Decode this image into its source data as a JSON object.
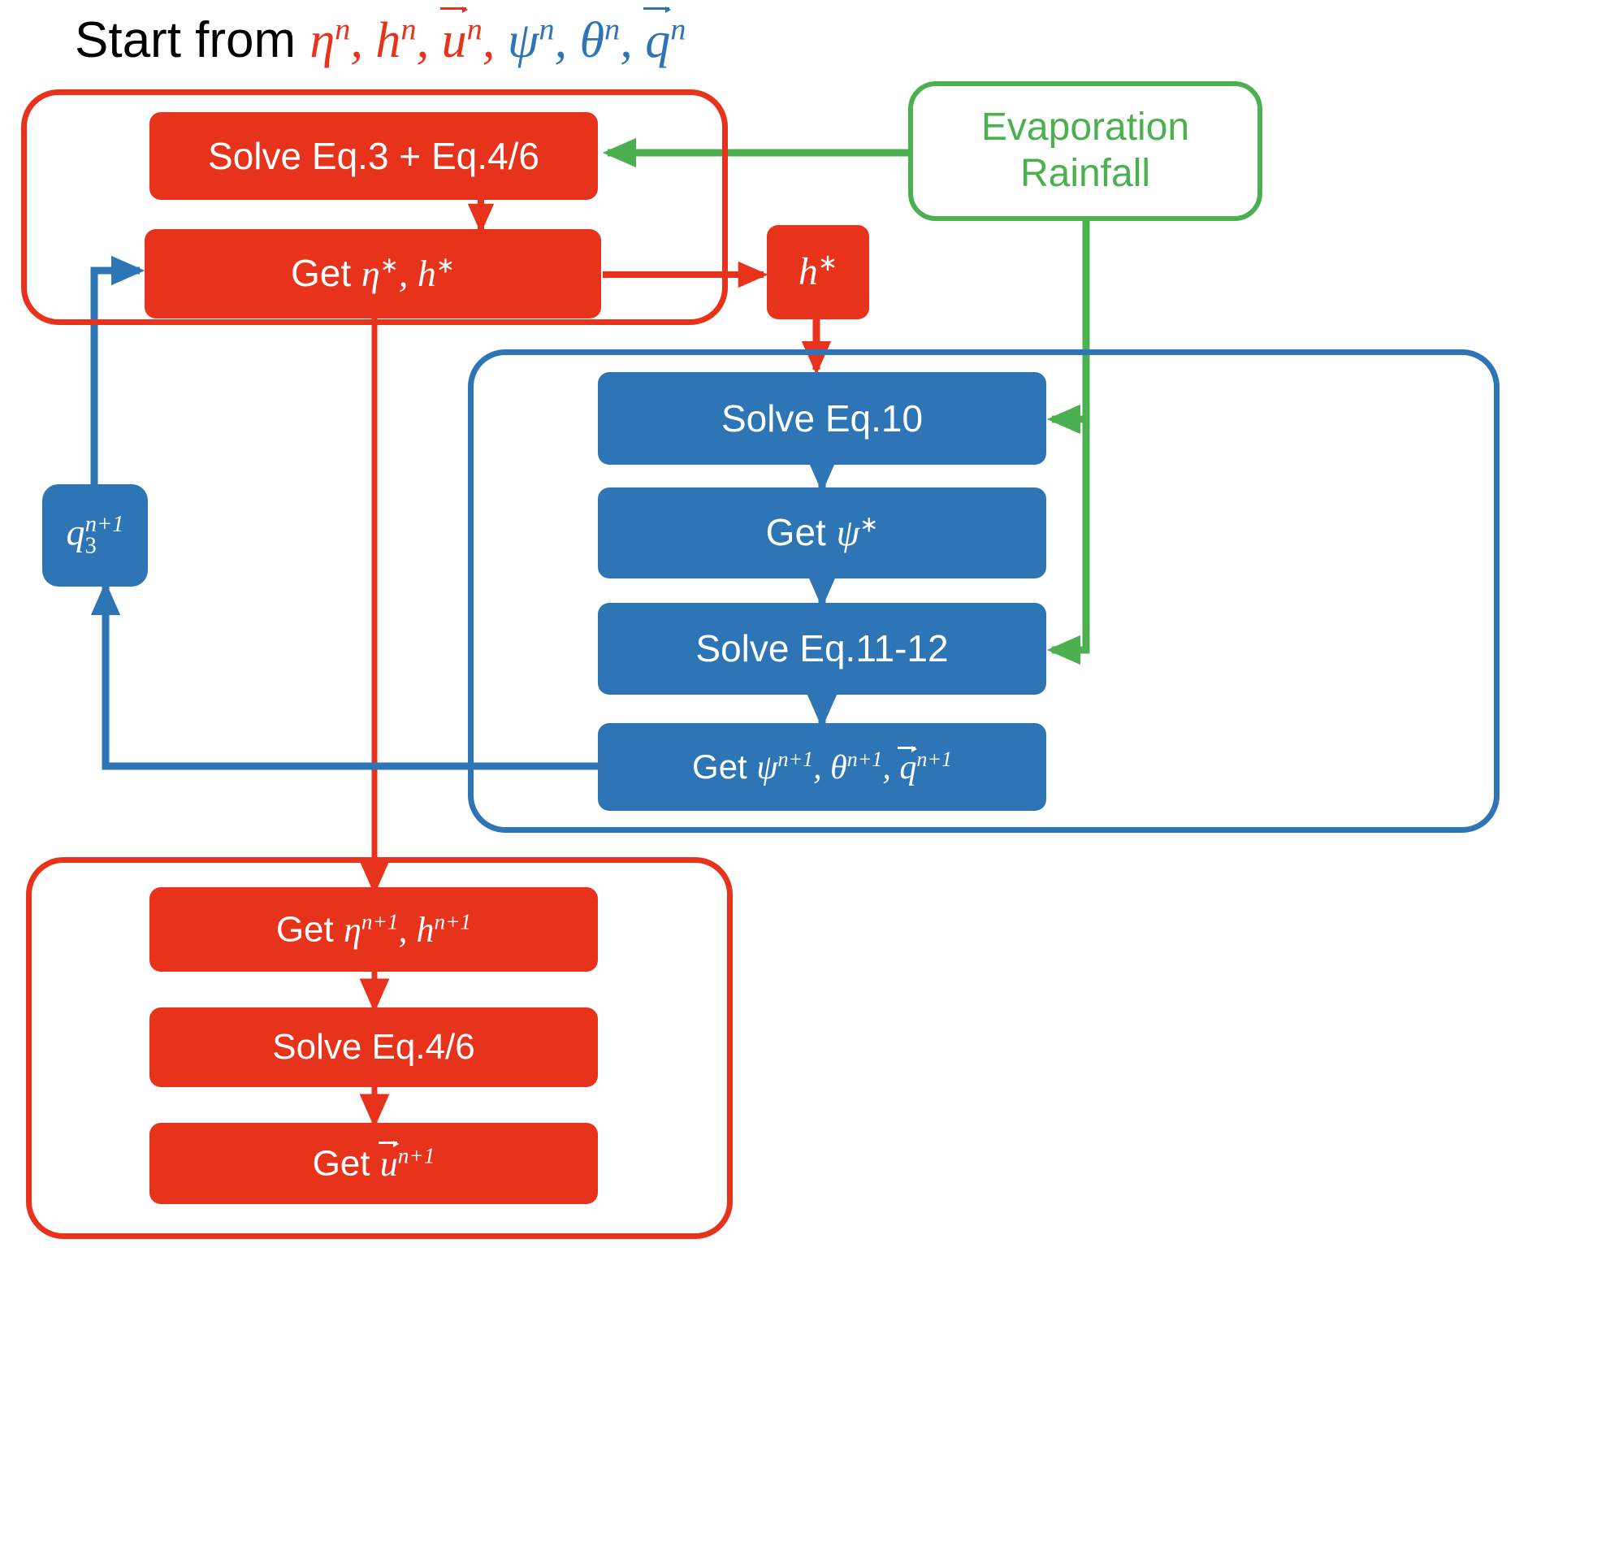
{
  "diagram": {
    "title_prefix": "Start from",
    "title_vars_red": [
      "ηⁿ",
      "hⁿ",
      "u⃗ⁿ"
    ],
    "title_vars_blue": [
      "ψⁿ",
      "θⁿ",
      "q⃗ⁿ"
    ],
    "title_full": "Start from ηⁿ, hⁿ, u⃗ⁿ, ψⁿ, θⁿ, q⃗ⁿ"
  },
  "colors": {
    "red": "#E8331C",
    "blue": "#2E75B6",
    "green": "#4CAF50",
    "text_on_box": "#FFFFFF",
    "title_text": "#000000",
    "background": "#FFFFFF"
  },
  "groups": {
    "shallow_water_top": {
      "name": "top red group",
      "color": "#E8331C"
    },
    "moisture_blue": {
      "name": "blue group",
      "color": "#2E75B6"
    },
    "shallow_water_bottom": {
      "name": "bottom red group",
      "color": "#E8331C"
    }
  },
  "boxes": {
    "solve_eq3_eq46": {
      "label": "Solve Eq.3 + Eq.4/6",
      "color": "#E8331C"
    },
    "get_eta_star_h_star": {
      "label_plain": "Get η*, h*",
      "prefix": "Get",
      "v1": "η",
      "v2": "h",
      "color": "#E8331C"
    },
    "h_star": {
      "label_plain": "h*",
      "v1": "h",
      "color": "#E8331C"
    },
    "solve_eq10": {
      "label": "Solve Eq.10",
      "color": "#2E75B6"
    },
    "get_psi_star": {
      "label_plain": "Get ψ*",
      "prefix": "Get",
      "v1": "ψ",
      "color": "#2E75B6"
    },
    "solve_eq11_12": {
      "label": "Solve Eq.11-12",
      "color": "#2E75B6"
    },
    "get_psi_theta_q_np1": {
      "label_plain": "Get ψⁿ⁺¹, θⁿ⁺¹, q⃗ⁿ⁺¹",
      "prefix": "Get",
      "sup": "n+1",
      "color": "#2E75B6"
    },
    "q3_np1": {
      "label_plain": "q₃ⁿ⁺¹",
      "base": "q",
      "sub": "3",
      "sup": "n+1",
      "color": "#2E75B6"
    },
    "get_eta_h_np1": {
      "label_plain": "Get ηⁿ⁺¹, hⁿ⁺¹",
      "prefix": "Get",
      "sup": "n+1",
      "color": "#E8331C"
    },
    "solve_eq46": {
      "label": "Solve Eq.4/6",
      "color": "#E8331C"
    },
    "get_u_np1": {
      "label_plain": "Get u⃗ⁿ⁺¹",
      "prefix": "Get",
      "sup": "n+1",
      "color": "#E8331C"
    },
    "evaporation_rainfall": {
      "line1": "Evaporation",
      "line2": "Rainfall",
      "color": "#4CAF50"
    }
  },
  "arrows": [
    {
      "name": "eq3-to-get-eta",
      "from": "solve_eq3_eq46",
      "to": "get_eta_star_h_star",
      "color": "#E8331C"
    },
    {
      "name": "get-eta-to-hstar",
      "from": "get_eta_star_h_star",
      "to": "h_star",
      "color": "#E8331C"
    },
    {
      "name": "hstar-to-eq10",
      "from": "h_star",
      "to": "solve_eq10",
      "color": "#E8331C"
    },
    {
      "name": "get-eta-down-to-bottom-group",
      "from": "get_eta_star_h_star",
      "to": "get_eta_h_np1",
      "color": "#E8331C"
    },
    {
      "name": "eq10-to-get-psi",
      "from": "solve_eq10",
      "to": "get_psi_star",
      "color": "#2E75B6"
    },
    {
      "name": "get-psi-to-eq11",
      "from": "get_psi_star",
      "to": "solve_eq11_12",
      "color": "#2E75B6"
    },
    {
      "name": "eq11-to-get-psi-np1",
      "from": "solve_eq11_12",
      "to": "get_psi_theta_q_np1",
      "color": "#2E75B6"
    },
    {
      "name": "get-psi-np1-to-q3",
      "from": "get_psi_theta_q_np1",
      "to": "q3_np1",
      "color": "#2E75B6"
    },
    {
      "name": "q3-to-get-eta-star",
      "from": "q3_np1",
      "to": "get_eta_star_h_star",
      "color": "#2E75B6"
    },
    {
      "name": "get-eta-h-to-eq46",
      "from": "get_eta_h_np1",
      "to": "solve_eq46",
      "color": "#E8331C"
    },
    {
      "name": "eq46-to-get-u",
      "from": "solve_eq46",
      "to": "get_u_np1",
      "color": "#E8331C"
    },
    {
      "name": "evap-to-eq3",
      "from": "evaporation_rainfall",
      "to": "solve_eq3_eq46",
      "color": "#4CAF50"
    },
    {
      "name": "evap-to-eq10",
      "from": "evaporation_rainfall",
      "to": "solve_eq10",
      "color": "#4CAF50"
    },
    {
      "name": "evap-to-eq11",
      "from": "evaporation_rainfall",
      "to": "solve_eq11_12",
      "color": "#4CAF50"
    }
  ]
}
